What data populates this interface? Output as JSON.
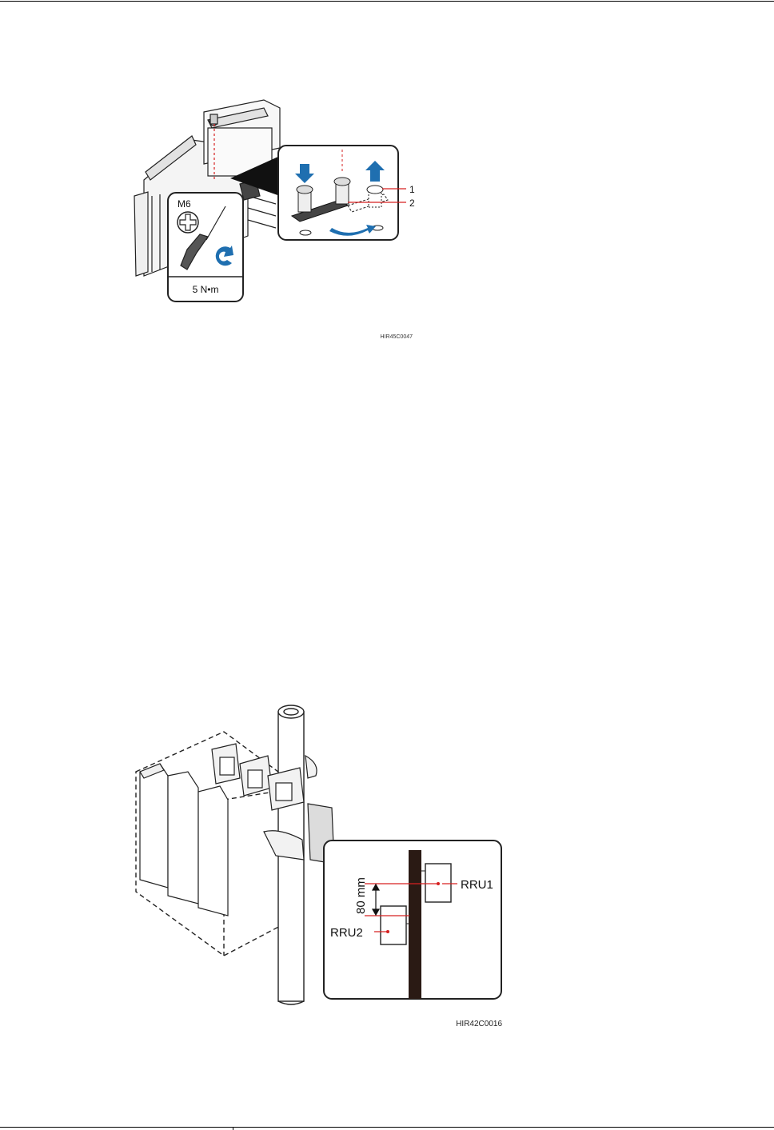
{
  "figure1": {
    "tool": {
      "screw_size": "M6",
      "torque": "5 N•m",
      "screwdriver_icon": "screwdriver-icon",
      "crosshead_icon": "phillips-head-icon",
      "rotate_icon": "clockwise-rotate-icon"
    },
    "callouts": [
      "1",
      "2"
    ],
    "figure_id": "HIR45C0047",
    "colors": {
      "accent": "#1f6fb0",
      "marker": "#d62020"
    }
  },
  "figure2": {
    "detail": {
      "rru1_label": "RRU1",
      "rru2_label": "RRU2",
      "spacing_label": "80 mm"
    },
    "figure_id": "HIR42C0016",
    "colors": {
      "pole_strip": "#2a1a14",
      "marker": "#d62020"
    }
  }
}
